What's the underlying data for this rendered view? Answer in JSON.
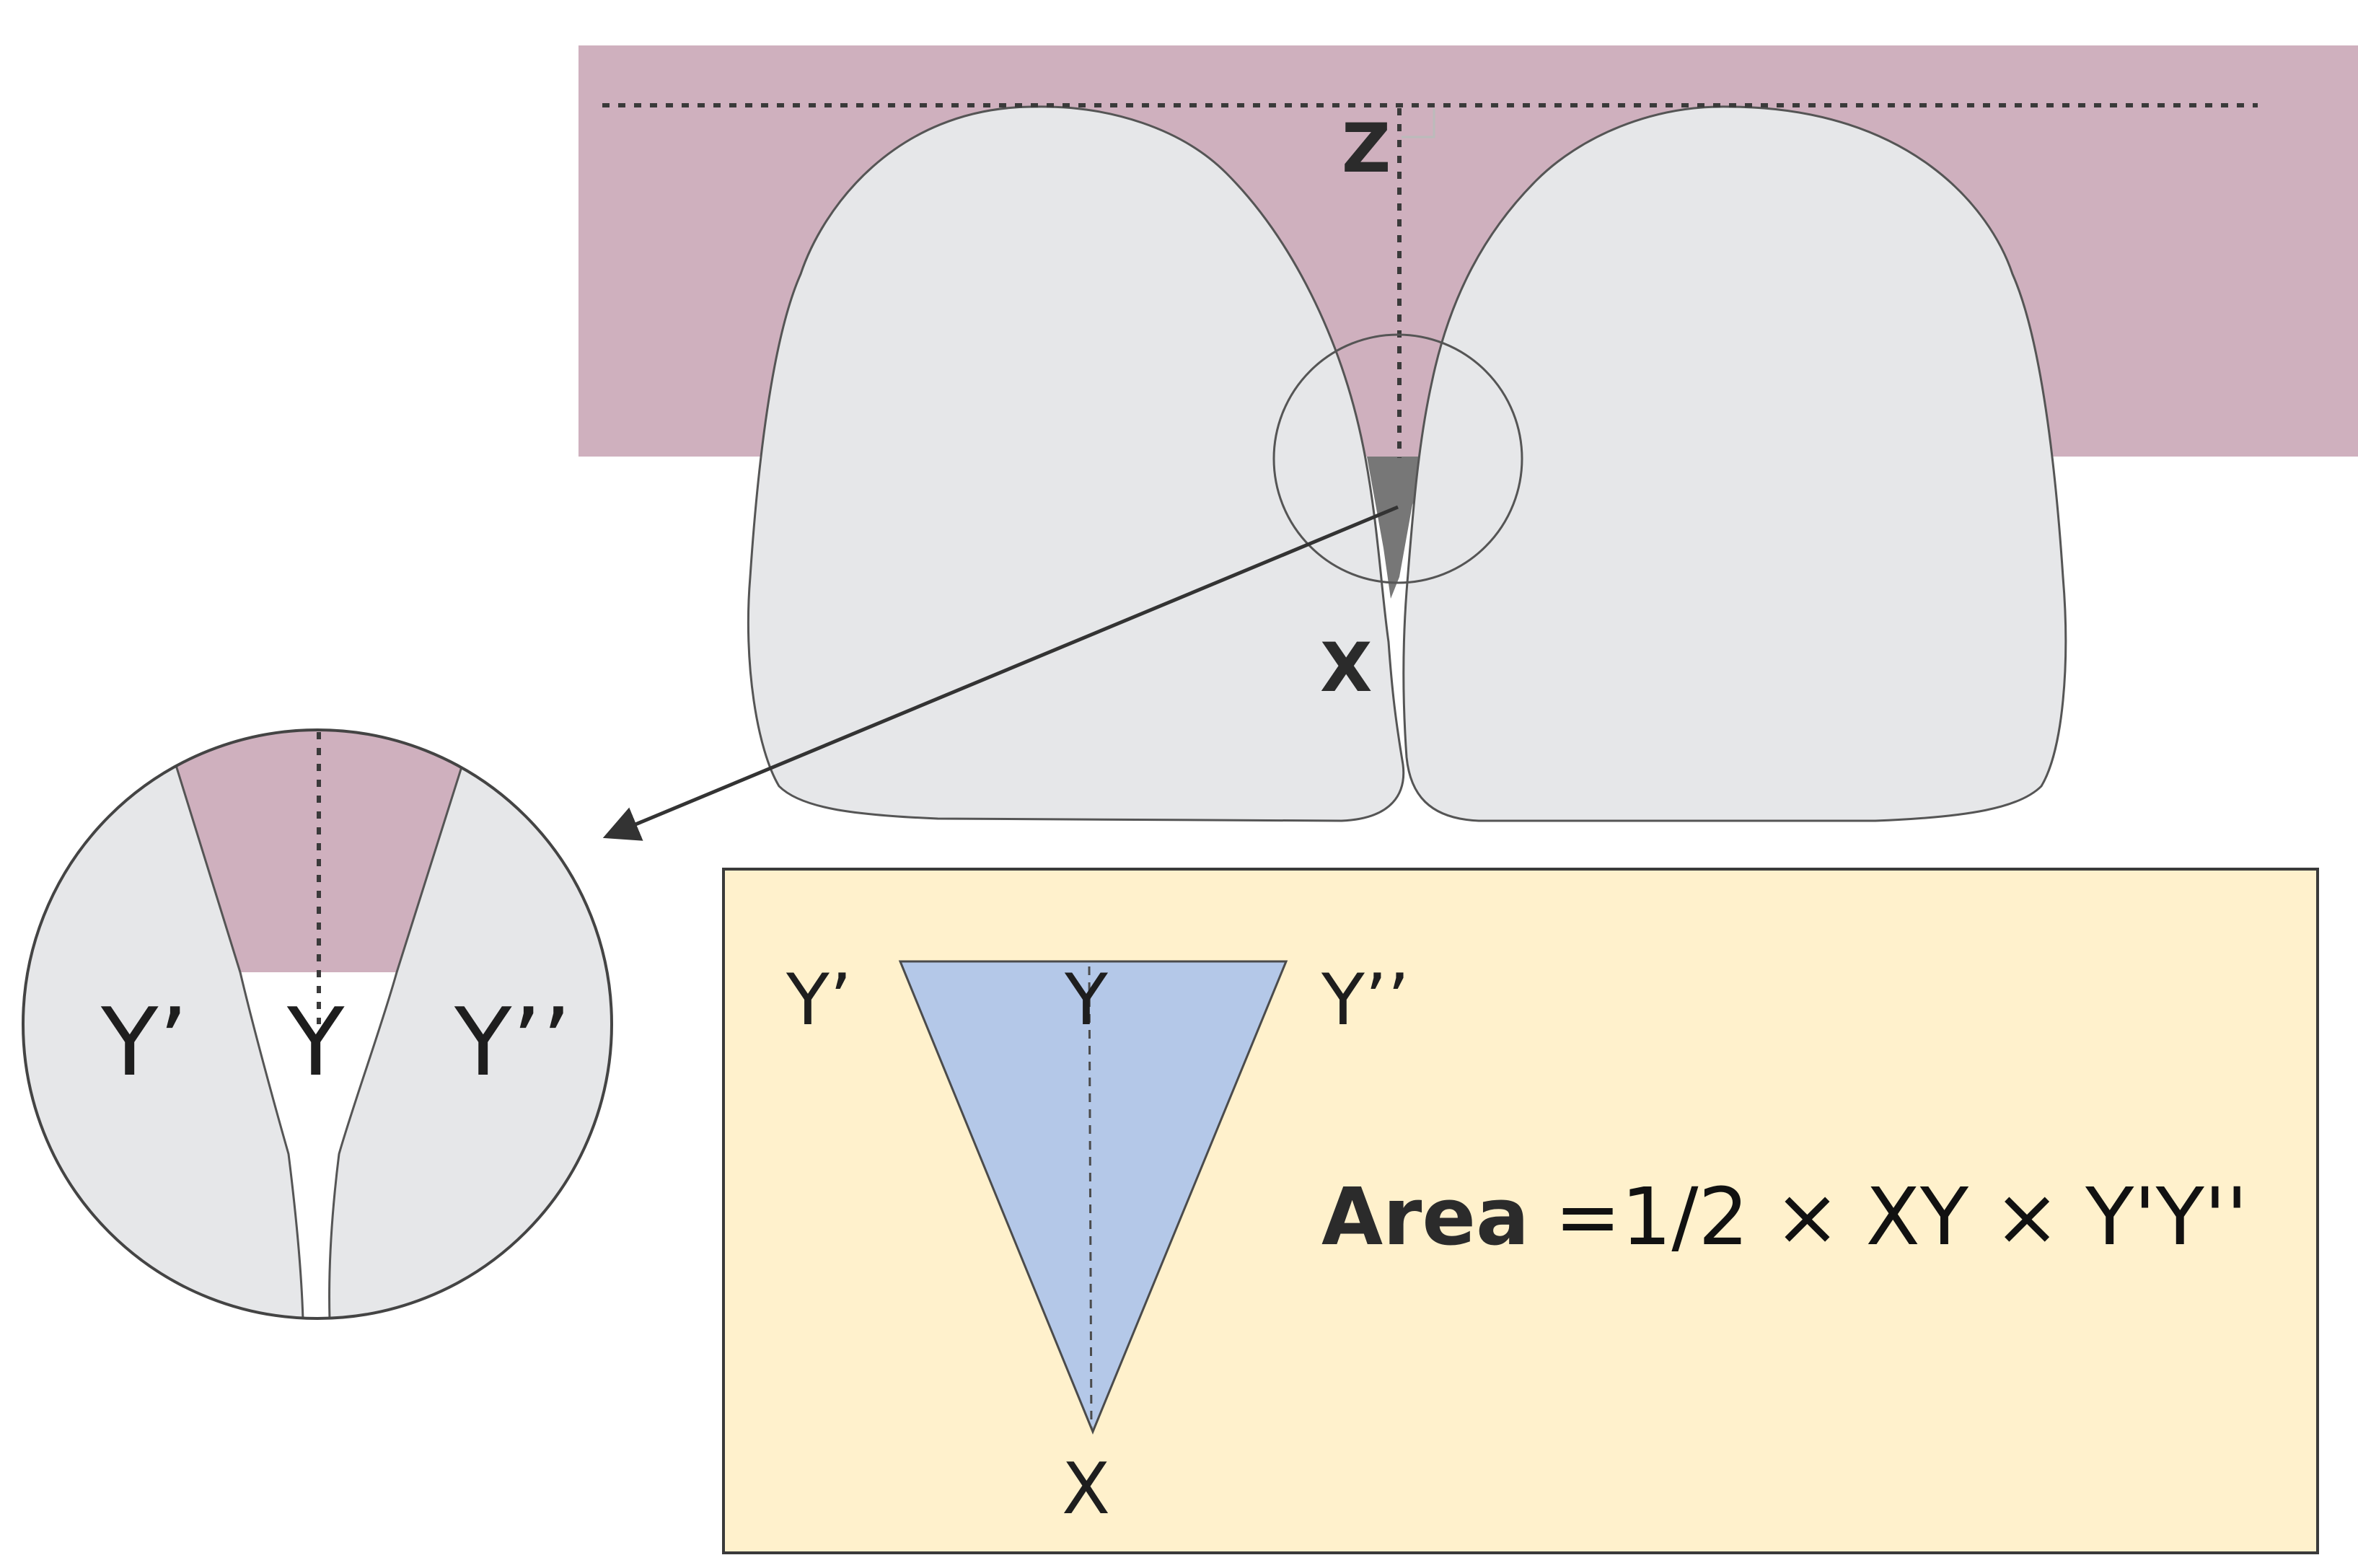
{
  "colors": {
    "gum": "#cfb0be",
    "tooth": "#e6e7e9",
    "tooth_outline": "#555555",
    "black_triangle": "#777777",
    "formula_box_bg": "#fff1cc",
    "triangle_fill": "#b4c8e8",
    "triangle_outline": "#4b4b4b"
  },
  "main_view": {
    "label_z": "Z",
    "label_x": "X"
  },
  "zoom_view": {
    "label_y_prime": "Y’",
    "label_y": "Y",
    "label_y_double_prime": "Y’’"
  },
  "formula_box": {
    "label_y_prime": "Y’",
    "label_y": "Y",
    "label_y_double_prime": "Y’’",
    "label_x": "X",
    "formula_bold": "Area",
    "formula_rest": " =1/2 × XY × Y'Y''"
  }
}
